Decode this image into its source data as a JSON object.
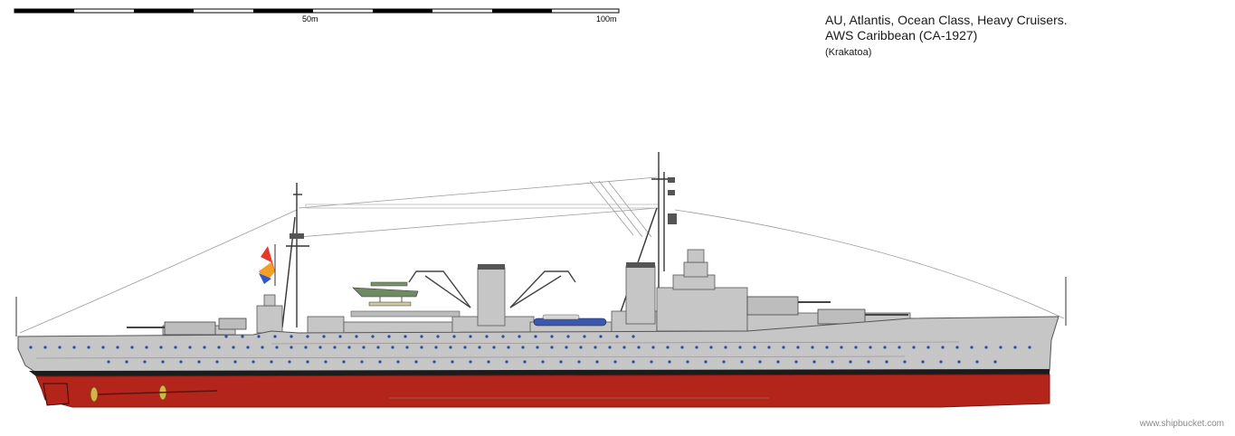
{
  "scale": {
    "label_mid": "50m",
    "label_end": "100m"
  },
  "title": {
    "line1": "AU, Atlantis, Ocean Class, Heavy Cruisers.",
    "line2": "AWS Caribbean (CA-1927)",
    "credit": "(Krakatoa)"
  },
  "watermark": "www.shipbucket.com",
  "colors": {
    "hull_grey": "#c6c6c6",
    "hull_red": "#b3241b",
    "boot_black": "#1c1c1c",
    "portholes": "#2a4d9e",
    "flag_red": "#e53a2a",
    "flag_orange": "#f2a024",
    "flag_blue": "#3355cc"
  }
}
